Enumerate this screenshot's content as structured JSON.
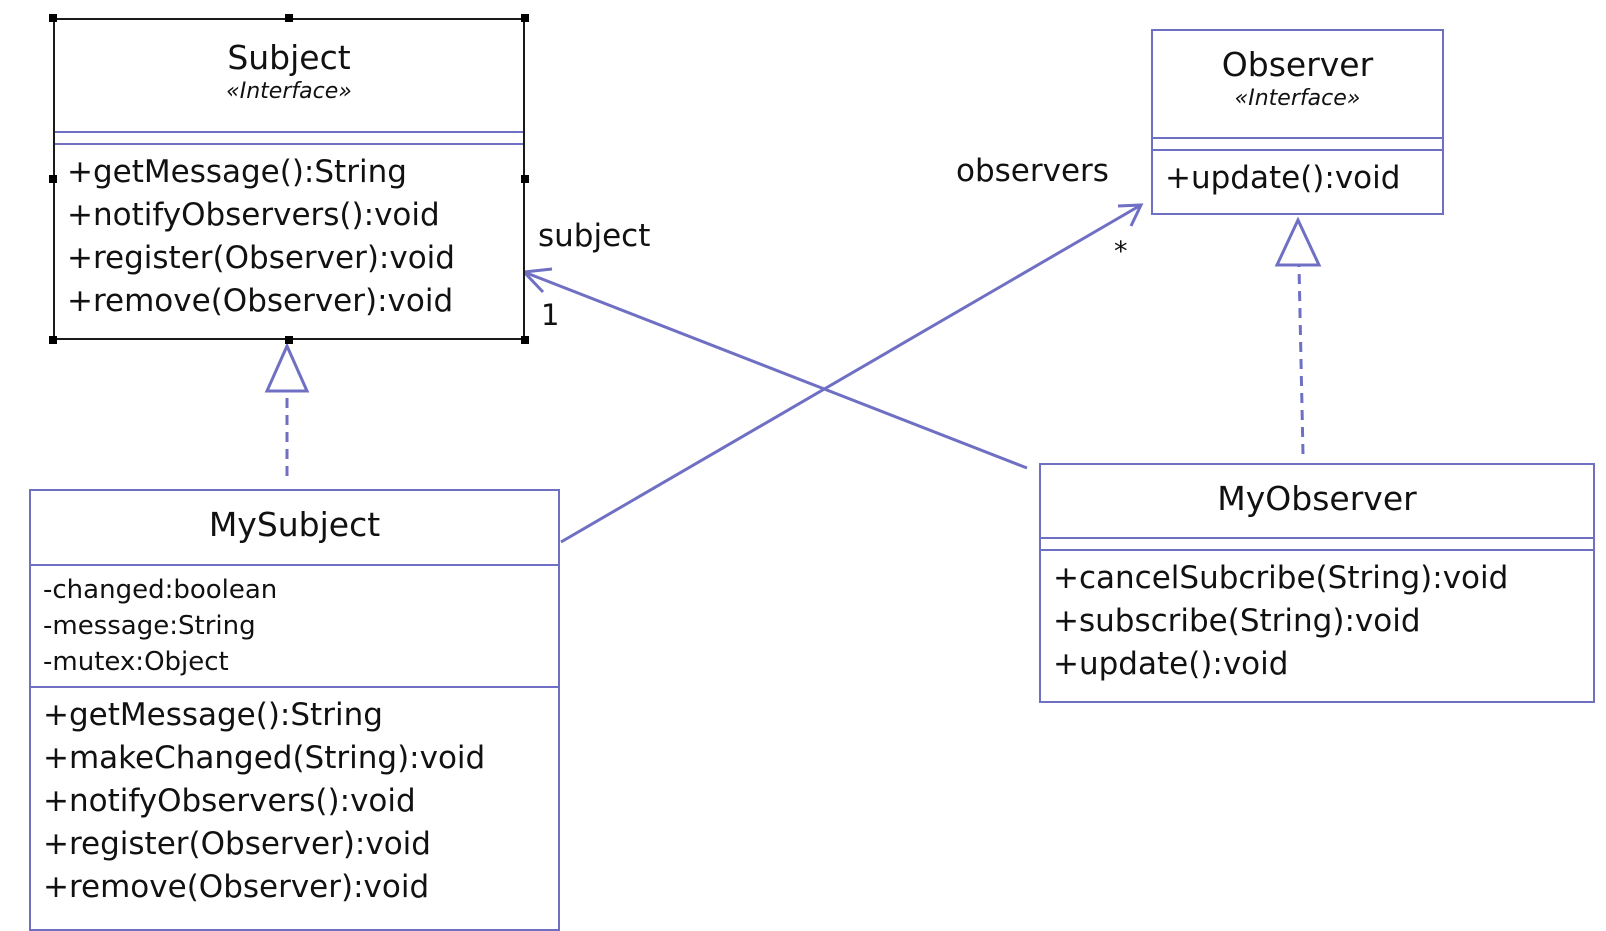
{
  "colors": {
    "stroke": "#6f6fc4",
    "selection": "#1a1a1a",
    "text": "#111111"
  },
  "classes": {
    "subject": {
      "name": "Subject",
      "stereotype": "«Interface»",
      "attributes": [],
      "operations": [
        "+getMessage():String",
        "+notifyObservers():void",
        "+register(Observer):void",
        "+remove(Observer):void"
      ]
    },
    "observer": {
      "name": "Observer",
      "stereotype": "«Interface»",
      "attributes": [],
      "operations": [
        "+update():void"
      ]
    },
    "mysubject": {
      "name": "MySubject",
      "attributes": [
        "-changed:boolean",
        "-message:String",
        "-mutex:Object"
      ],
      "operations": [
        "+getMessage():String",
        "+makeChanged(String):void",
        "+notifyObservers():void",
        "+register(Observer):void",
        "+remove(Observer):void"
      ]
    },
    "myobserver": {
      "name": "MyObserver",
      "attributes": [],
      "operations": [
        "+cancelSubcribe(String):void",
        "+subscribe(String):void",
        "+update():void"
      ]
    }
  },
  "associations": {
    "observers": {
      "role": "observers",
      "multiplicity": "*"
    },
    "subject": {
      "role": "subject",
      "multiplicity": "1"
    }
  }
}
